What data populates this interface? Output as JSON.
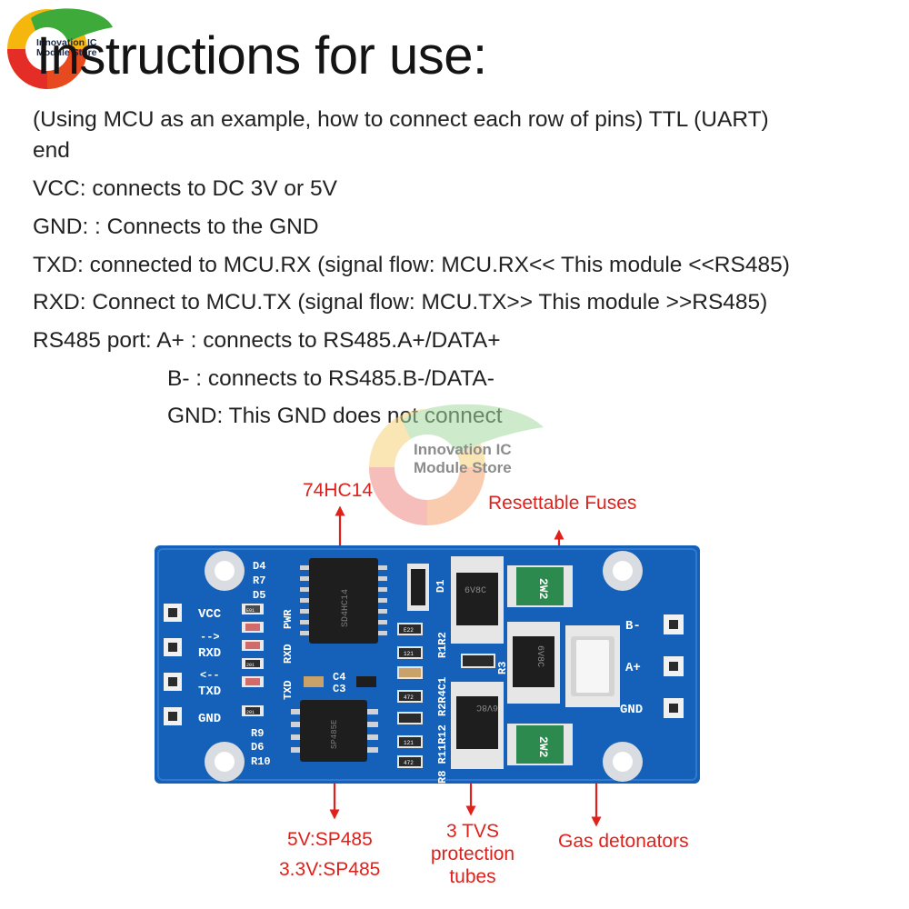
{
  "store_logo": {
    "line1": "Innovation IC",
    "line2": "Module Store"
  },
  "title": "Instructions for use:",
  "instructions": {
    "intro_line1": "(Using MCU as an example, how to connect each row of pins) TTL (UART)",
    "intro_line2": "end",
    "vcc": "VCC: connects to DC 3V or 5V",
    "gnd": "GND: : Connects to the GND",
    "txd": "TXD: connected to MCU.RX (signal flow: MCU.RX<< This module <<RS485)",
    "rxd": "RXD: Connect to MCU.TX (signal flow: MCU.TX>> This module >>RS485)",
    "rs485_a": "RS485 port: A+ : connects to RS485.A+/DATA+",
    "rs485_b": "B- : connects to RS485.B-/DATA-",
    "rs485_gnd": "GND: This GND does not connect"
  },
  "watermark": {
    "line1": "Innovation IC",
    "line2": "Module Store"
  },
  "callouts": {
    "ic_74hc14": "74HC14",
    "fuses": "Resettable Fuses",
    "sp485_5v": "5V:SP485",
    "sp485_33v": "3.3V:SP485",
    "tvs_line1": "3 TVS",
    "tvs_line2": "protection",
    "tvs_line3": "tubes",
    "gas": "Gas detonators"
  },
  "board": {
    "pin_vcc": "VCC",
    "pin_rxd": "RXD",
    "pin_txd": "TXD",
    "pin_gnd": "GND",
    "arrow_rxd": "-->",
    "arrow_txd": "<--",
    "pin_bminus": "B-",
    "pin_aplus": "A+",
    "pin_gnd_right": "GND",
    "silk_d4": "D4",
    "silk_r7": "R7",
    "silk_d5": "D5",
    "silk_r9": "R9",
    "silk_d6": "D6",
    "silk_r10": "R10",
    "silk_pwr": "PWR",
    "silk_rxd": "RXD",
    "silk_txd": "TXD",
    "silk_c4": "C4",
    "silk_c3": "C3",
    "silk_d1": "D1",
    "silk_r3": "R3",
    "silk_r1r2": "R1R2",
    "silk_r2r4c1": "R2R4C1",
    "silk_r8r11r12": "R8 R11R12",
    "ic1_marking": "SD4HC14",
    "ic2_marking": "SP485E",
    "tvs_marking": "6V8C",
    "fuse_marking": "2W2",
    "res_e22": "E22",
    "res_121": "121",
    "res_472": "472",
    "res_201": "201",
    "res_e01": "E01"
  },
  "colors": {
    "pcb_blue": "#1560b8",
    "callout_red": "#e0211b",
    "logo_red": "#e52d27",
    "logo_yellow": "#f5b70e",
    "logo_green": "#3daa3a"
  }
}
